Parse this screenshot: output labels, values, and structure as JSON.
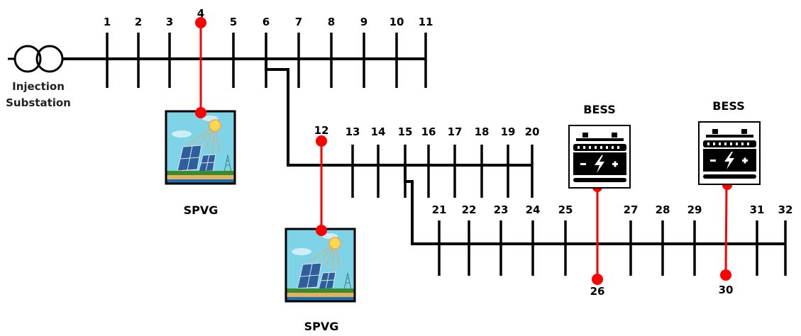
{
  "substation": {
    "label_line1": "Injection",
    "label_line2": "Substation",
    "icon": "transformer-icon"
  },
  "feeders": [
    {
      "name": "main-feeder",
      "buses": [
        "1",
        "2",
        "3",
        "4",
        "5",
        "6",
        "7",
        "8",
        "9",
        "10",
        "11"
      ]
    },
    {
      "name": "lateral-from-bus-6",
      "buses": [
        "12",
        "13",
        "14",
        "15",
        "16",
        "17",
        "18",
        "19",
        "20"
      ]
    },
    {
      "name": "lateral-from-bus-15",
      "buses": [
        "21",
        "22",
        "23",
        "24",
        "25",
        "26",
        "27",
        "28",
        "29",
        "30",
        "31",
        "32"
      ]
    }
  ],
  "devices": [
    {
      "type": "SPVG",
      "label": "SPVG",
      "bus": "4",
      "icon": "solar-pv-icon"
    },
    {
      "type": "SPVG",
      "label": "SPVG",
      "bus": "12",
      "icon": "solar-pv-icon"
    },
    {
      "type": "BESS",
      "label": "BESS",
      "bus": "26",
      "icon": "battery-icon"
    },
    {
      "type": "BESS",
      "label": "BESS",
      "bus": "30",
      "icon": "battery-icon"
    }
  ],
  "colors": {
    "line": "#000000",
    "connection": "#ff0000",
    "sky": "#7fd3e6",
    "panel": "#2f5f9a",
    "grass": "#3a8a2e",
    "sand": "#e3b25a",
    "water": "#1e6fb0",
    "sun": "#ffd94a"
  }
}
